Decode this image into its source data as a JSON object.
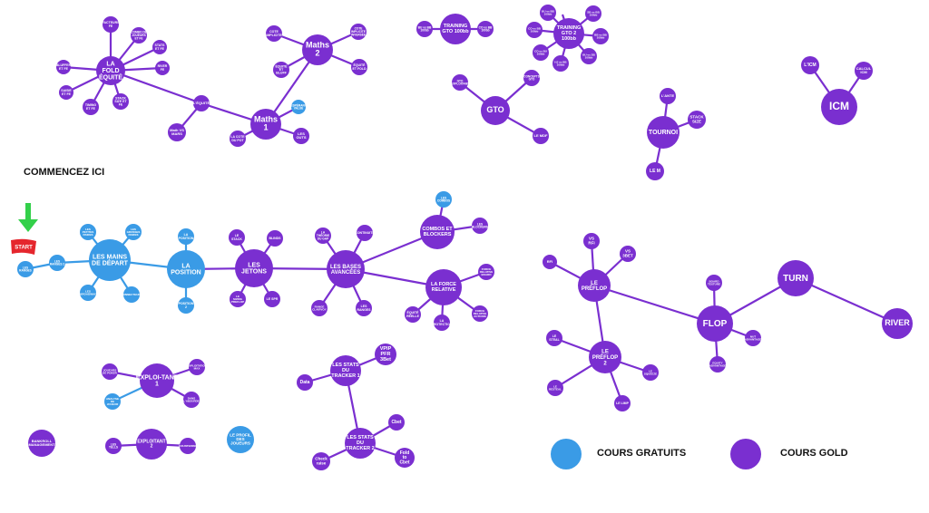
{
  "start_title": "COMMENCEZ ICI",
  "start_flag": "START",
  "colors": {
    "gold": "#7a2fd0",
    "free": "#3a9be6",
    "arrow": "#33d04a",
    "flag": "#e5262d"
  },
  "legend": {
    "free_label": "COURS GRATUITS",
    "gold_label": "COURS GOLD"
  },
  "nodes": [
    {
      "id": "fold",
      "label": "LA FOLD ÉQUITÉ",
      "type": "gold"
    },
    {
      "id": "fold_a",
      "label": "FACTEURS FE",
      "type": "gold"
    },
    {
      "id": "fold_b",
      "label": "COMBO DE JOUEURS ET FE",
      "type": "gold"
    },
    {
      "id": "fold_c",
      "label": "STATS ET FE",
      "type": "gold"
    },
    {
      "id": "fold_d",
      "label": "BLUFFER ET FE",
      "type": "gold"
    },
    {
      "id": "fold_e",
      "label": "RIVER FE",
      "type": "gold"
    },
    {
      "id": "fold_f",
      "label": "SAISIE ET FE",
      "type": "gold"
    },
    {
      "id": "fold_g",
      "label": "TIMING ET FE",
      "type": "gold"
    },
    {
      "id": "fold_h",
      "label": "STACK SIZE ET FE",
      "type": "gold"
    },
    {
      "id": "equite",
      "label": "L'ÉQUITÉ",
      "type": "gold"
    },
    {
      "id": "mvo",
      "label": "Math VS MARS",
      "type": "gold"
    },
    {
      "id": "maths1",
      "label": "Maths 1",
      "type": "gold"
    },
    {
      "id": "m1_a",
      "label": "L'ESPÉRANCE VALUE",
      "type": "free"
    },
    {
      "id": "m1_b",
      "label": "LA COTE DU POT",
      "type": "gold"
    },
    {
      "id": "m1_c",
      "label": "LES OUTS",
      "type": "gold"
    },
    {
      "id": "maths2",
      "label": "Maths 2",
      "type": "gold"
    },
    {
      "id": "m2_a",
      "label": "COTE IMPLICITE",
      "type": "gold"
    },
    {
      "id": "m2_b",
      "label": "COTE IMPLICITE INVERSÉE",
      "type": "gold"
    },
    {
      "id": "m2_c",
      "label": "ÉQUITÉ ET BLUFF",
      "type": "gold"
    },
    {
      "id": "m2_d",
      "label": "ÉQUITÉ ET FOLD",
      "type": "gold"
    },
    {
      "id": "tr1",
      "label": "TRAINING GTO 100bb",
      "type": "gold"
    },
    {
      "id": "tr1_a",
      "label": "BU vs BB 100bb",
      "type": "gold"
    },
    {
      "id": "tr1_b",
      "label": "CO vs BB 100bb",
      "type": "gold"
    },
    {
      "id": "tr2",
      "label": "TRAINING GTO 2 100bb",
      "type": "gold"
    },
    {
      "id": "tr2_a",
      "label": "BU vs BB 100bb",
      "type": "gold"
    },
    {
      "id": "tr2_b",
      "label": "SB vs BB 100bb",
      "type": "gold"
    },
    {
      "id": "tr2_c",
      "label": "CO vs BB 100bb",
      "type": "gold"
    },
    {
      "id": "tr2_d",
      "label": "BB vs BB 100bb",
      "type": "gold"
    },
    {
      "id": "tr2_e",
      "label": "CO vs BU 100bb",
      "type": "gold"
    },
    {
      "id": "tr2_f",
      "label": "BU vs SB 100bb",
      "type": "gold"
    },
    {
      "id": "tr2_g",
      "label": "HJ vs BB 100bb",
      "type": "gold"
    },
    {
      "id": "tr2_h",
      "label": "SB vs BB 100bb",
      "type": "gold"
    },
    {
      "id": "gto",
      "label": "GTO",
      "type": "gold"
    },
    {
      "id": "gto_a",
      "label": "GTO EXPLOITANT",
      "type": "gold"
    },
    {
      "id": "gto_b",
      "label": "CONCEPTS GTO",
      "type": "gold"
    },
    {
      "id": "gto_c",
      "label": "LE MDF",
      "type": "gold"
    },
    {
      "id": "icm",
      "label": "ICM",
      "type": "gold"
    },
    {
      "id": "icm_a",
      "label": "L'ICM",
      "type": "gold"
    },
    {
      "id": "icm_b",
      "label": "CALCUL ICM",
      "type": "gold"
    },
    {
      "id": "tournoi",
      "label": "TOURNOI",
      "type": "gold"
    },
    {
      "id": "to_a",
      "label": "L'ANTE",
      "type": "gold"
    },
    {
      "id": "to_b",
      "label": "STACK SIZE",
      "type": "gold"
    },
    {
      "id": "to_c",
      "label": "LE M",
      "type": "gold"
    },
    {
      "id": "start",
      "label": "LES RANGES",
      "type": "free"
    },
    {
      "id": "ranges2",
      "label": "LES RANGES 2",
      "type": "free"
    },
    {
      "id": "mains",
      "label": "LES MAINS DE DÉPART",
      "type": "free"
    },
    {
      "id": "ma_a",
      "label": "LES PETITES PAIRES",
      "type": "free"
    },
    {
      "id": "ma_b",
      "label": "LES GROSSES PAIRES",
      "type": "free"
    },
    {
      "id": "ma_c",
      "label": "LES BROADWAY",
      "type": "free"
    },
    {
      "id": "ma_d",
      "label": "CONNECTEURS",
      "type": "free"
    },
    {
      "id": "position",
      "label": "LA POSITION",
      "type": "free"
    },
    {
      "id": "po_a",
      "label": "LA POSITION",
      "type": "free"
    },
    {
      "id": "po_b",
      "label": "POSITION 2",
      "type": "free"
    },
    {
      "id": "jetons",
      "label": "LES JETONS",
      "type": "gold"
    },
    {
      "id": "je_a",
      "label": "LE STACK",
      "type": "gold"
    },
    {
      "id": "je_b",
      "label": "BLINDS",
      "type": "gold"
    },
    {
      "id": "je_c",
      "label": "LE SIZING PREFLOP",
      "type": "gold"
    },
    {
      "id": "je_d",
      "label": "LE SPR",
      "type": "gold"
    },
    {
      "id": "bases",
      "label": "LES BASES AVANCÉES",
      "type": "gold"
    },
    {
      "id": "ba_a",
      "label": "LA THÉORIE DU GAP",
      "type": "gold"
    },
    {
      "id": "ba_b",
      "label": "CONTINUITÉ",
      "type": "gold"
    },
    {
      "id": "ba_c",
      "label": "RANGE CLAIRVOY",
      "type": "gold"
    },
    {
      "id": "ba_d",
      "label": "LES RANGES",
      "type": "gold"
    },
    {
      "id": "combos",
      "label": "COMBOS ET BLOCKERS",
      "type": "gold"
    },
    {
      "id": "co_a",
      "label": "LES COMBOS",
      "type": "free"
    },
    {
      "id": "co_b",
      "label": "LES BLOCKERS",
      "type": "gold"
    },
    {
      "id": "force",
      "label": "LA FORCE RELATIVE",
      "type": "gold"
    },
    {
      "id": "fo_a",
      "label": "FORCE RELATIVE BOARD",
      "type": "gold"
    },
    {
      "id": "fo_b",
      "label": "FORCE RELATIVE ACTIONS",
      "type": "gold"
    },
    {
      "id": "fo_c",
      "label": "ÉQUITÉ RÉELLE",
      "type": "gold"
    },
    {
      "id": "fo_d",
      "label": "LA PROTECTION",
      "type": "gold"
    },
    {
      "id": "exp1",
      "label": "EXPLOI-TANT 1",
      "type": "gold"
    },
    {
      "id": "ex_a",
      "label": "JOUEURS DE POKER",
      "type": "gold"
    },
    {
      "id": "ex_b",
      "label": "EXPLOITATION MAX",
      "type": "gold"
    },
    {
      "id": "ex_c",
      "label": "ANALYSE DE JOUEUR",
      "type": "free"
    },
    {
      "id": "ex_d",
      "label": "DANS L'ABSURDE",
      "type": "gold"
    },
    {
      "id": "exp2",
      "label": "EXPLOITANT 2",
      "type": "gold"
    },
    {
      "id": "e2_a",
      "label": "LES TELLS",
      "type": "gold"
    },
    {
      "id": "e2_b",
      "label": "COUNTERING",
      "type": "gold"
    },
    {
      "id": "profil",
      "label": "LE PROFIL DES JOUEURS",
      "type": "free"
    },
    {
      "id": "bankroll",
      "label": "BANKROLL MANAGEMENT",
      "type": "gold"
    },
    {
      "id": "stats1",
      "label": "LES STATS DU TRACKER 1",
      "type": "gold"
    },
    {
      "id": "st_a",
      "label": "Data",
      "type": "gold"
    },
    {
      "id": "st_b",
      "label": "VPIP PFR 3Bet",
      "type": "gold"
    },
    {
      "id": "stats2",
      "label": "LES STATS DU TRACKER 2",
      "type": "gold"
    },
    {
      "id": "s2_a",
      "label": "Cbet",
      "type": "gold"
    },
    {
      "id": "s2_b",
      "label": "Check raise",
      "type": "gold"
    },
    {
      "id": "s2_c",
      "label": "Fold to Cbet",
      "type": "gold"
    },
    {
      "id": "pre1",
      "label": "LE PRÉFLOP",
      "type": "gold"
    },
    {
      "id": "pr_a",
      "label": "RFI",
      "type": "gold"
    },
    {
      "id": "pr_b",
      "label": "VS RFI",
      "type": "gold"
    },
    {
      "id": "pr_c",
      "label": "VS 3BET",
      "type": "gold"
    },
    {
      "id": "pre2",
      "label": "LE PRÉFLOP 2",
      "type": "gold"
    },
    {
      "id": "p2_a",
      "label": "LE STEAL",
      "type": "gold"
    },
    {
      "id": "p2_b",
      "label": "LE RESTEAL",
      "type": "gold"
    },
    {
      "id": "p2_c",
      "label": "LE LIMP",
      "type": "gold"
    },
    {
      "id": "p2_d",
      "label": "LE SQUEEZE",
      "type": "gold"
    },
    {
      "id": "flop",
      "label": "FLOP",
      "type": "gold"
    },
    {
      "id": "fl_a",
      "label": "BOARD TEXTURE",
      "type": "gold"
    },
    {
      "id": "fl_b",
      "label": "NUT ADVANTAGE",
      "type": "gold"
    },
    {
      "id": "fl_c",
      "label": "EQUITY ADVANTAGE",
      "type": "gold"
    },
    {
      "id": "turn",
      "label": "TURN",
      "type": "gold"
    },
    {
      "id": "river",
      "label": "RIVER",
      "type": "gold"
    }
  ],
  "edges": [
    [
      "fold",
      "fold_a"
    ],
    [
      "fold",
      "fold_b"
    ],
    [
      "fold",
      "fold_c"
    ],
    [
      "fold",
      "fold_d"
    ],
    [
      "fold",
      "fold_e"
    ],
    [
      "fold",
      "fold_f"
    ],
    [
      "fold",
      "fold_g"
    ],
    [
      "fold",
      "fold_h"
    ],
    [
      "fold",
      "equite"
    ],
    [
      "equite",
      "mvo"
    ],
    [
      "equite",
      "maths1"
    ],
    [
      "maths1",
      "m1_a"
    ],
    [
      "maths1",
      "m1_b"
    ],
    [
      "maths1",
      "m1_c"
    ],
    [
      "maths1",
      "maths2"
    ],
    [
      "maths2",
      "m2_a"
    ],
    [
      "maths2",
      "m2_b"
    ],
    [
      "maths2",
      "m2_c"
    ],
    [
      "maths2",
      "m2_d"
    ],
    [
      "tr1",
      "tr1_a"
    ],
    [
      "tr1",
      "tr1_b"
    ],
    [
      "tr2",
      "tr2_a"
    ],
    [
      "tr2",
      "tr2_b"
    ],
    [
      "tr2",
      "tr2_c"
    ],
    [
      "tr2",
      "tr2_d"
    ],
    [
      "tr2",
      "tr2_e"
    ],
    [
      "tr2",
      "tr2_f"
    ],
    [
      "tr2",
      "tr2_g"
    ],
    [
      "tr2",
      "tr2_h"
    ],
    [
      "gto",
      "gto_a"
    ],
    [
      "gto",
      "gto_b"
    ],
    [
      "gto",
      "gto_c"
    ],
    [
      "icm",
      "icm_a"
    ],
    [
      "icm",
      "icm_b"
    ],
    [
      "tournoi",
      "to_a"
    ],
    [
      "tournoi",
      "to_b"
    ],
    [
      "tournoi",
      "to_c"
    ],
    [
      "start",
      "ranges2"
    ],
    [
      "ranges2",
      "mains"
    ],
    [
      "mains",
      "ma_a"
    ],
    [
      "mains",
      "ma_b"
    ],
    [
      "mains",
      "ma_c"
    ],
    [
      "mains",
      "ma_d"
    ],
    [
      "mains",
      "position"
    ],
    [
      "position",
      "po_a"
    ],
    [
      "position",
      "po_b"
    ],
    [
      "position",
      "jetons"
    ],
    [
      "jetons",
      "je_a"
    ],
    [
      "jetons",
      "je_b"
    ],
    [
      "jetons",
      "je_c"
    ],
    [
      "jetons",
      "je_d"
    ],
    [
      "jetons",
      "bases"
    ],
    [
      "bases",
      "ba_a"
    ],
    [
      "bases",
      "ba_b"
    ],
    [
      "bases",
      "ba_c"
    ],
    [
      "bases",
      "ba_d"
    ],
    [
      "bases",
      "combos"
    ],
    [
      "bases",
      "force"
    ],
    [
      "combos",
      "co_a"
    ],
    [
      "combos",
      "co_b"
    ],
    [
      "force",
      "fo_a"
    ],
    [
      "force",
      "fo_b"
    ],
    [
      "force",
      "fo_c"
    ],
    [
      "force",
      "fo_d"
    ],
    [
      "exp1",
      "ex_a"
    ],
    [
      "exp1",
      "ex_b"
    ],
    [
      "exp1",
      "ex_c"
    ],
    [
      "exp1",
      "ex_d"
    ],
    [
      "exp2",
      "e2_a"
    ],
    [
      "exp2",
      "e2_b"
    ],
    [
      "stats1",
      "st_a"
    ],
    [
      "stats1",
      "st_b"
    ],
    [
      "stats1",
      "stats2"
    ],
    [
      "stats2",
      "s2_a"
    ],
    [
      "stats2",
      "s2_b"
    ],
    [
      "stats2",
      "s2_c"
    ],
    [
      "pre1",
      "pr_a"
    ],
    [
      "pre1",
      "pr_b"
    ],
    [
      "pre1",
      "pr_c"
    ],
    [
      "pre1",
      "pre2"
    ],
    [
      "pre1",
      "flop"
    ],
    [
      "pre2",
      "p2_a"
    ],
    [
      "pre2",
      "p2_b"
    ],
    [
      "pre2",
      "p2_c"
    ],
    [
      "pre2",
      "p2_d"
    ],
    [
      "flop",
      "fl_a"
    ],
    [
      "flop",
      "fl_b"
    ],
    [
      "flop",
      "fl_c"
    ],
    [
      "flop",
      "turn"
    ],
    [
      "turn",
      "river"
    ]
  ]
}
